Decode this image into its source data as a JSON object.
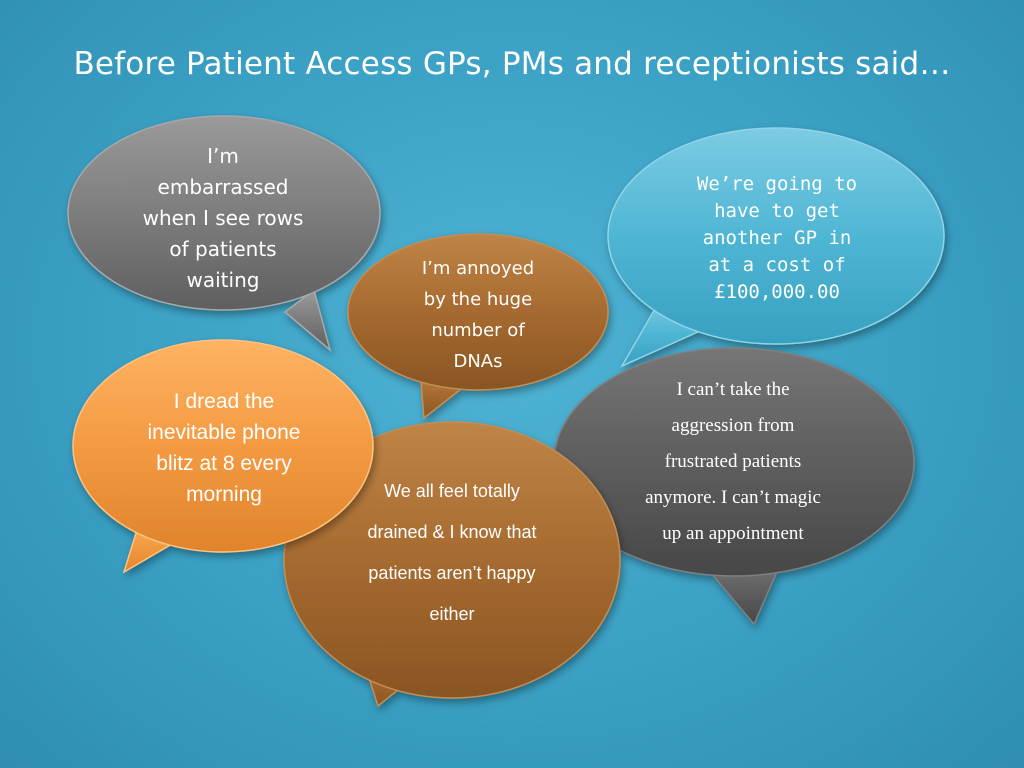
{
  "slide": {
    "title": "Before Patient Access GPs, PMs and receptionists said…"
  },
  "bubbles": [
    {
      "id": "embarrassed",
      "lines": [
        "I’m",
        "embarrassed",
        "when I see rows",
        "of patients",
        "waiting"
      ],
      "color": "#7d7d7d"
    },
    {
      "id": "gp-cost",
      "lines": [
        "We’re going to",
        "have to get",
        "another GP in",
        "at a cost of",
        "£100,000.00"
      ],
      "color": "#4fb6d4"
    },
    {
      "id": "dnas",
      "lines": [
        "I’m annoyed",
        "by the huge",
        "number of",
        "DNAs"
      ],
      "color": "#a66a30"
    },
    {
      "id": "phone-blitz",
      "lines": [
        "I dread the",
        "inevitable phone",
        "blitz at 8 every",
        "morning"
      ],
      "color": "#f39a42"
    },
    {
      "id": "drained",
      "lines": [
        "We all feel totally",
        "drained & I know that",
        "patients aren’t happy",
        "either"
      ],
      "color": "#a66a30"
    },
    {
      "id": "aggression",
      "lines": [
        "I can’t take the",
        "aggression from",
        "frustrated patients",
        "anymore. I can’t magic",
        "up an appointment"
      ],
      "color": "#5e5e5e"
    }
  ],
  "colors": {
    "background": "#3aa0c4",
    "text": "#ffffff"
  }
}
